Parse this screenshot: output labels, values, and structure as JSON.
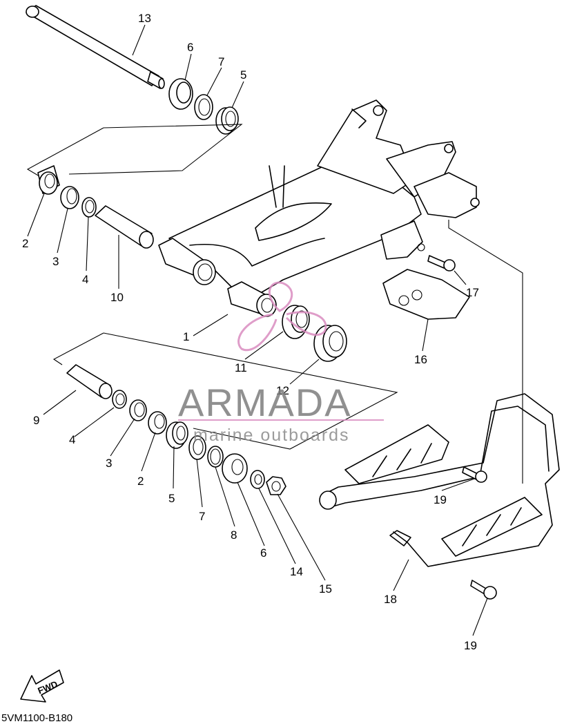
{
  "diagram": {
    "code": "5VM1100-B180",
    "fwd": "FWD",
    "watermark": {
      "brand": "ARMADA",
      "tagline": "marine outboards",
      "color": "#d98cc0"
    },
    "callouts": [
      "13",
      "6",
      "7",
      "5",
      "2",
      "3",
      "4",
      "10",
      "1",
      "11",
      "12",
      "16",
      "17",
      "9",
      "4",
      "3",
      "2",
      "5",
      "7",
      "8",
      "6",
      "14",
      "15",
      "19",
      "18",
      "19"
    ]
  }
}
